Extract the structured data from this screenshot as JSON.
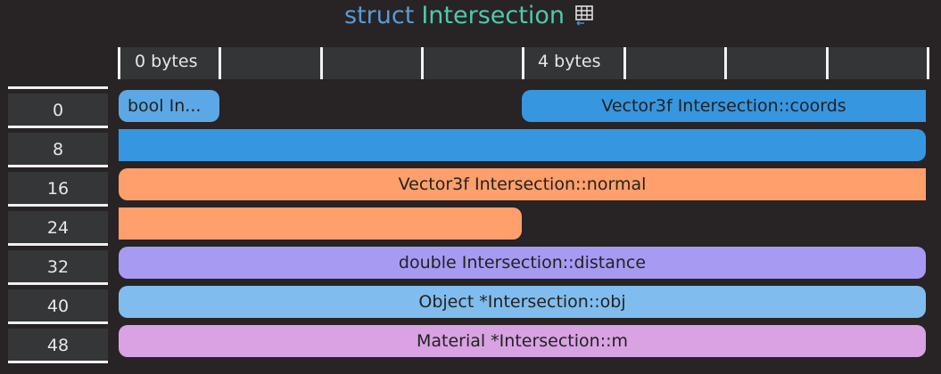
{
  "title": {
    "keyword": "struct",
    "type_name": "Intersection"
  },
  "icons": {
    "layout": "memory-layout-icon"
  },
  "ruler": {
    "label_0": "0 bytes",
    "label_4": "4 bytes"
  },
  "offsets": [
    "0",
    "8",
    "16",
    "24",
    "32",
    "40",
    "48"
  ],
  "fields": {
    "happened": {
      "label": "bool In...",
      "color": "#5ca8e6"
    },
    "coords": {
      "label": "Vector3f Intersection::coords",
      "color": "#3796e0"
    },
    "normal": {
      "label": "Vector3f Intersection::normal",
      "color": "#ff9f6b"
    },
    "distance": {
      "label": "double Intersection::distance",
      "color": "#a79af2"
    },
    "obj": {
      "label": "Object *Intersection::obj",
      "color": "#80bdee"
    },
    "m": {
      "label": "Material *Intersection::m",
      "color": "#d9a2e3"
    }
  }
}
